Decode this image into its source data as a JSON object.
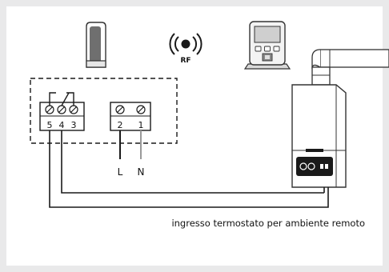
{
  "diagram": {
    "terminal_group_a": [
      "5",
      "4",
      "3"
    ],
    "terminal_group_b": [
      "2",
      "1"
    ],
    "line_label": "L",
    "neutral_label": "N",
    "rf_label": "RF",
    "caption": "ingresso termostato per ambiente remoto"
  },
  "colors": {
    "background": "#e9e9ea",
    "panel": "#ffffff",
    "outline": "#1a1a1a",
    "neutral_wire": "#9a9a9a"
  },
  "icons": [
    "rf-transmitter-icon",
    "wireless-signal-icon",
    "room-thermostat-icon",
    "boiler-icon"
  ]
}
